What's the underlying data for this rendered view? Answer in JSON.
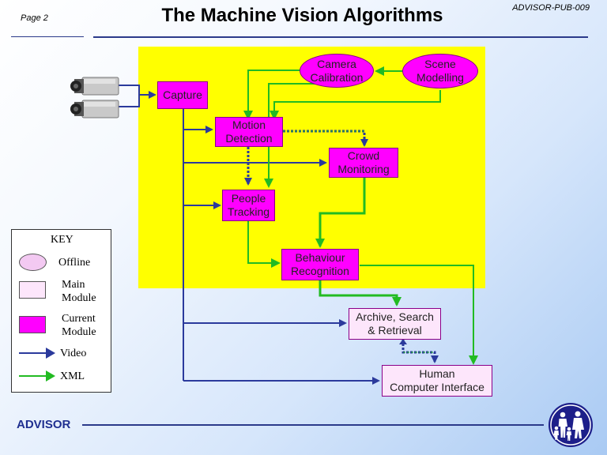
{
  "header": {
    "page_label": "Page 2",
    "title": "The Machine Vision Algorithms",
    "doc_ref": "ADVISOR-PUB-009"
  },
  "footer": {
    "label": "ADVISOR"
  },
  "nodes": {
    "capture": "Capture",
    "camera_calibration": "Camera\nCalibration",
    "scene_modelling": "Scene\nModelling",
    "motion_detection": "Motion\nDetection",
    "crowd_monitoring": "Crowd\nMonitoring",
    "people_tracking": "People\nTracking",
    "behaviour_recognition": "Behaviour\nRecognition",
    "archive": "Archive, Search\n& Retrieval",
    "hci": "Human\nComputer Interface"
  },
  "key": {
    "title": "KEY",
    "offline": "Offline",
    "main_module": "Main\nModule",
    "current_module": "Current\nModule",
    "video": "Video",
    "xml": "XML"
  },
  "colors": {
    "current_module": "#ff00ff",
    "main_module": "#fde6fb",
    "offline": "#ff00ff",
    "highlight_region": "#ffff00",
    "video_arrow": "#2b3a9c",
    "xml_arrow": "#22bb22",
    "rule": "#2b3a8a"
  },
  "icons": [
    "camera-icon",
    "camera-icon",
    "family-logo-icon"
  ]
}
